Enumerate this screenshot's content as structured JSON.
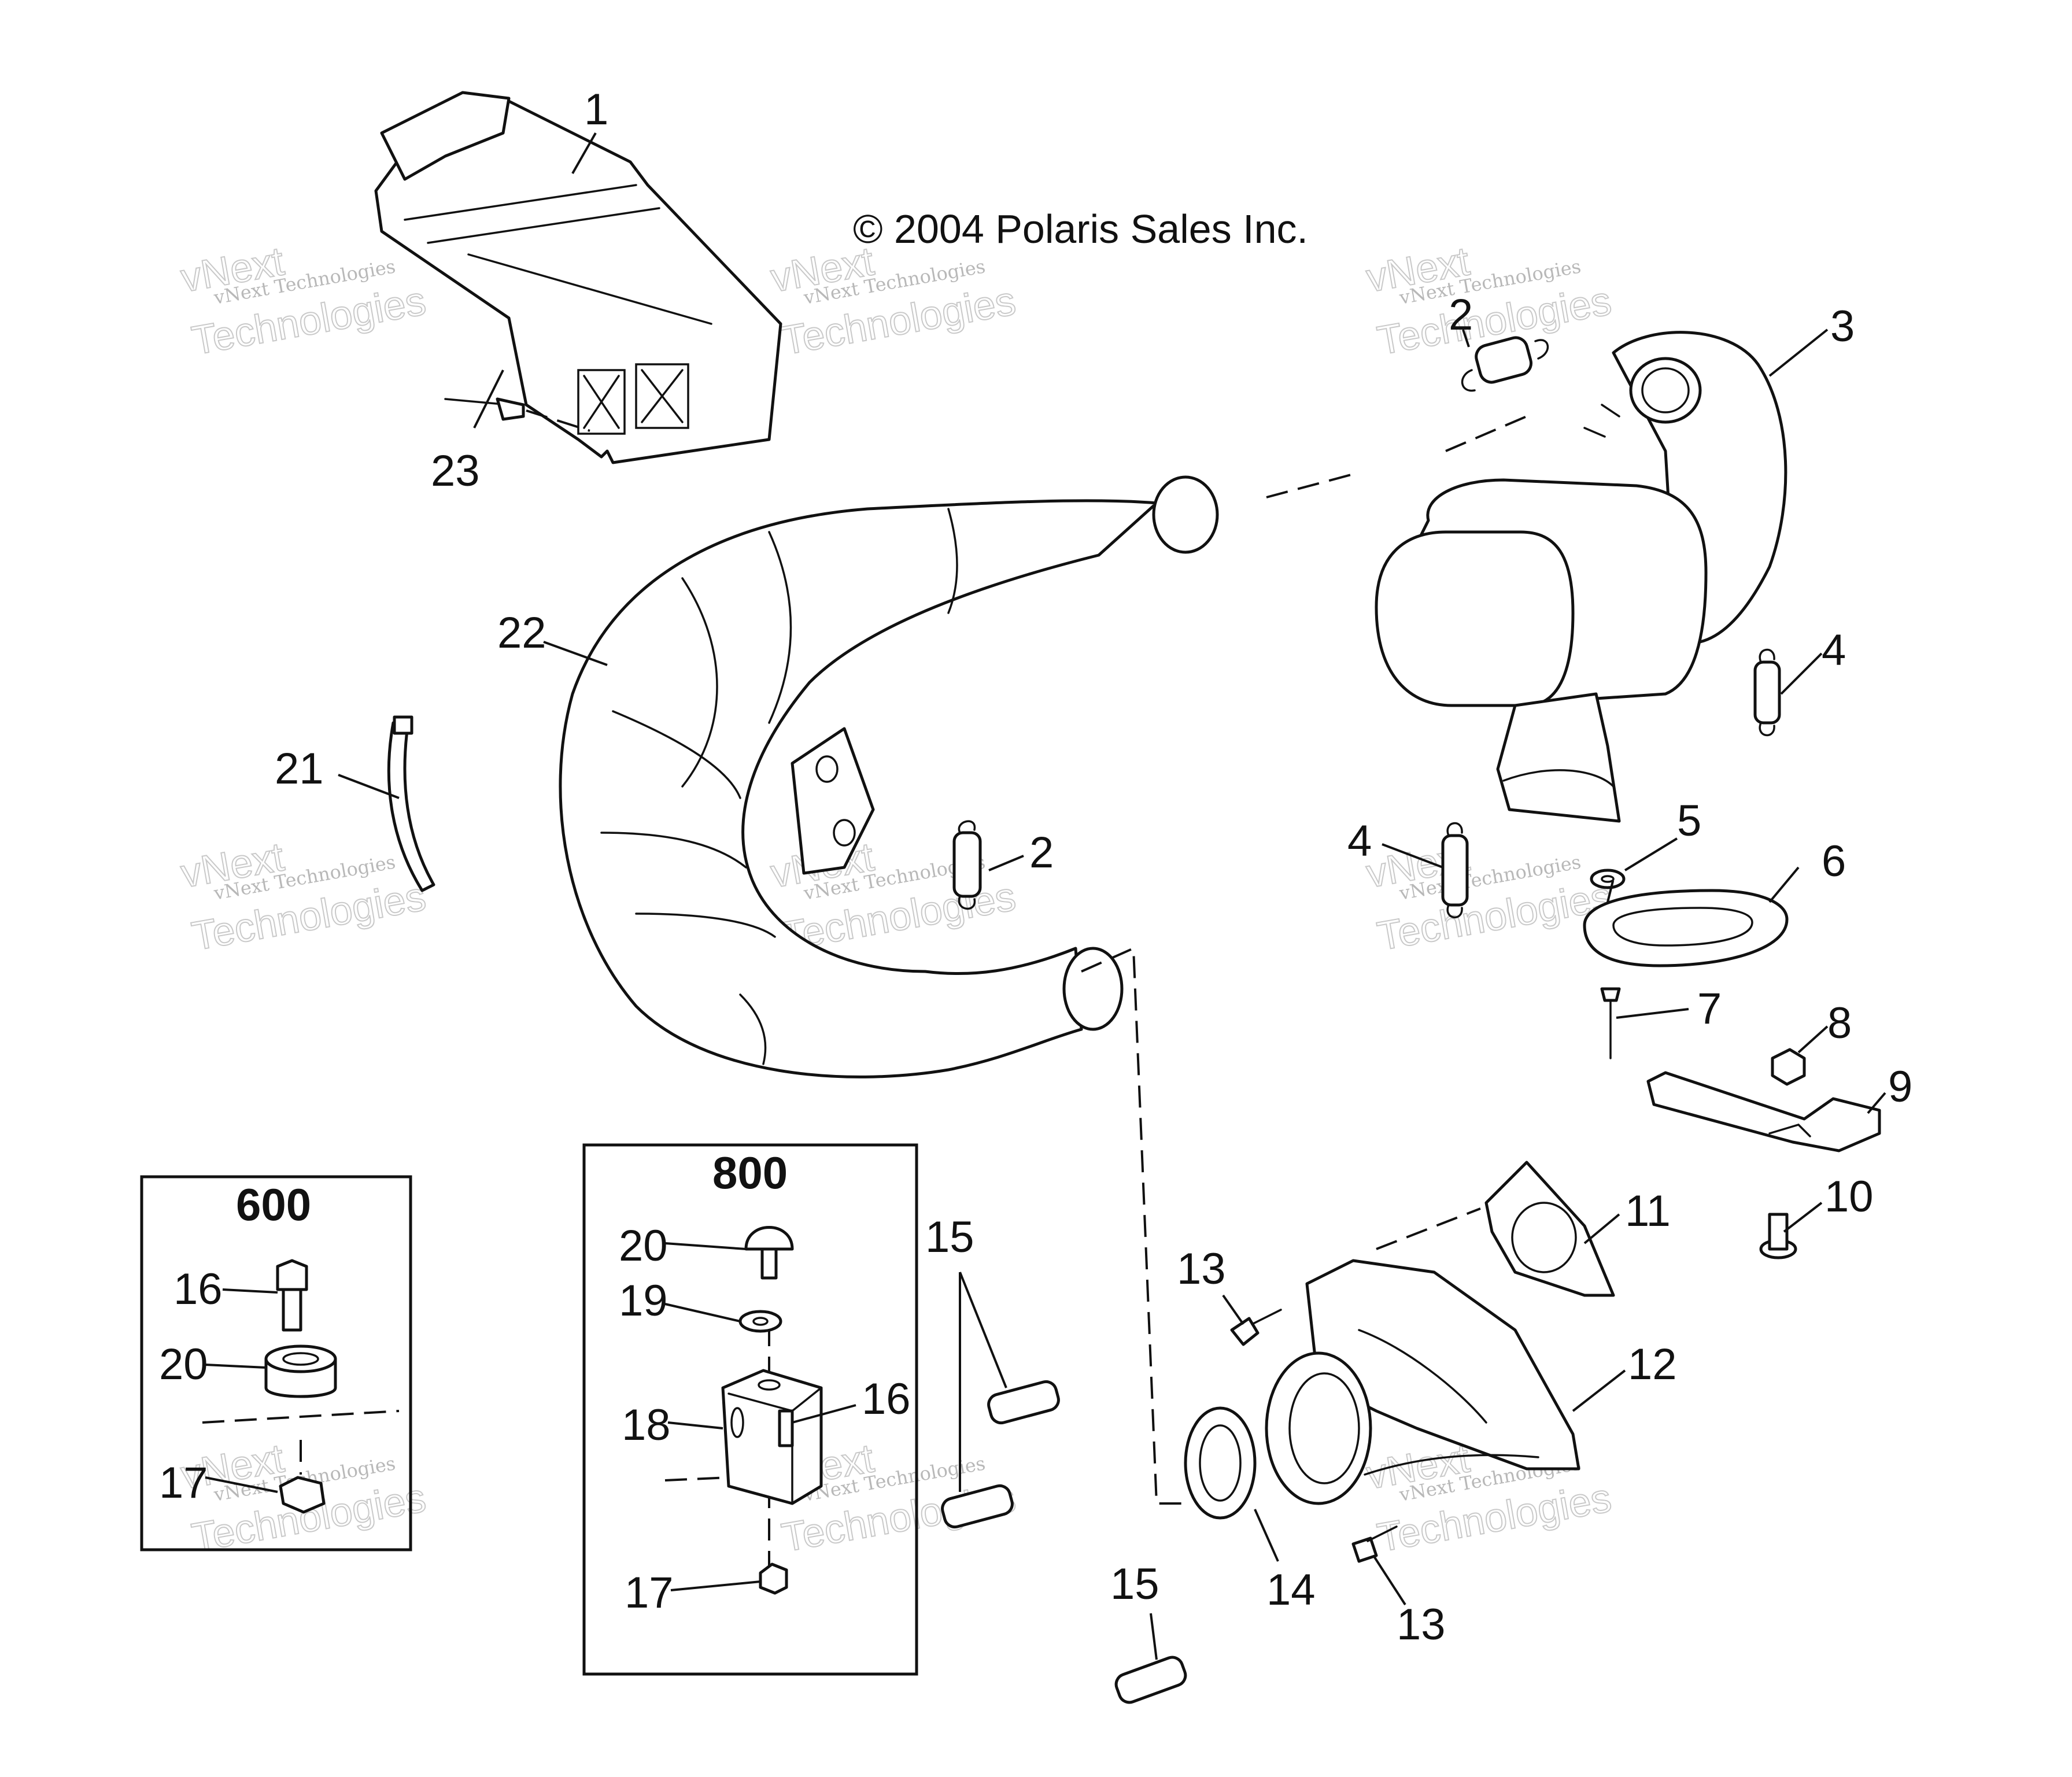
{
  "copyright": "© 2004 Polaris Sales Inc.",
  "watermark": {
    "line1": "vNext Technologies",
    "word1": "vNext",
    "word2": "Technologies"
  },
  "insets": {
    "left_title": "600",
    "right_title": "800"
  },
  "callouts": {
    "c1": "1",
    "c2a": "2",
    "c2b": "2",
    "c3": "3",
    "c4a": "4",
    "c4b": "4",
    "c5": "5",
    "c6": "6",
    "c7": "7",
    "c8": "8",
    "c9": "9",
    "c10": "10",
    "c11": "11",
    "c12": "12",
    "c13a": "13",
    "c13b": "13",
    "c14": "14",
    "c15a": "15",
    "c15b": "15",
    "c16a": "16",
    "c16b": "16",
    "c17a": "17",
    "c17b": "17",
    "c18": "18",
    "c19": "19",
    "c20a": "20",
    "c20b": "20",
    "c21": "21",
    "c22": "22",
    "c23": "23"
  }
}
